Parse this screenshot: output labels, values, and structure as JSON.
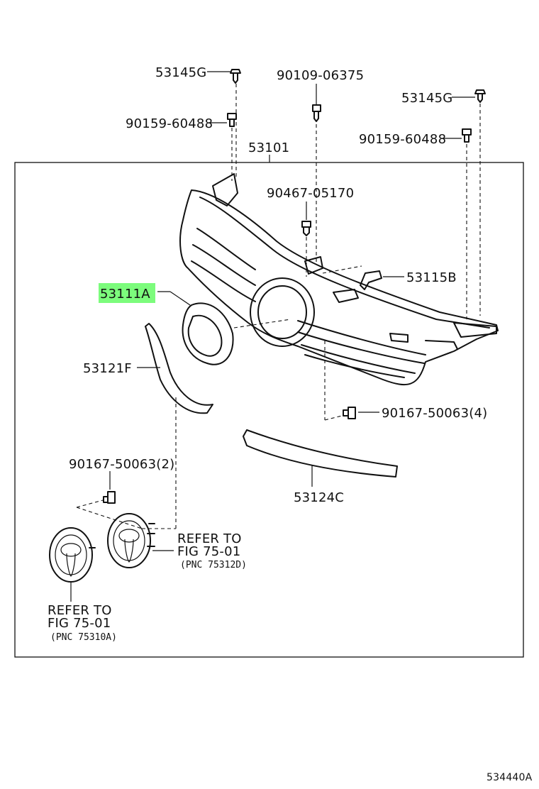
{
  "labels": {
    "p53145g_left": "53145G",
    "p90109": "90109-06375",
    "p53145g_right": "53145G",
    "p90159_left": "90159-60488",
    "p90159_right": "90159-60488",
    "p53101": "53101",
    "p90467": "90467-05170",
    "p53115b": "53115B",
    "p53111a": "53111A",
    "p53121f": "53121F",
    "p90167_4": "90167-50063(4)",
    "p90167_2": "90167-50063(2)",
    "p53124c": "53124C",
    "refer_right": {
      "line1": "REFER TO",
      "line2": "FIG 75-01",
      "line3": "(PNC 75312D)"
    },
    "refer_left": {
      "line1": "REFER TO",
      "line2": "FIG 75-01",
      "line3": "(PNC 75310A)"
    },
    "figure_code": "534440A"
  },
  "highlight_color": "#7CFC7C"
}
